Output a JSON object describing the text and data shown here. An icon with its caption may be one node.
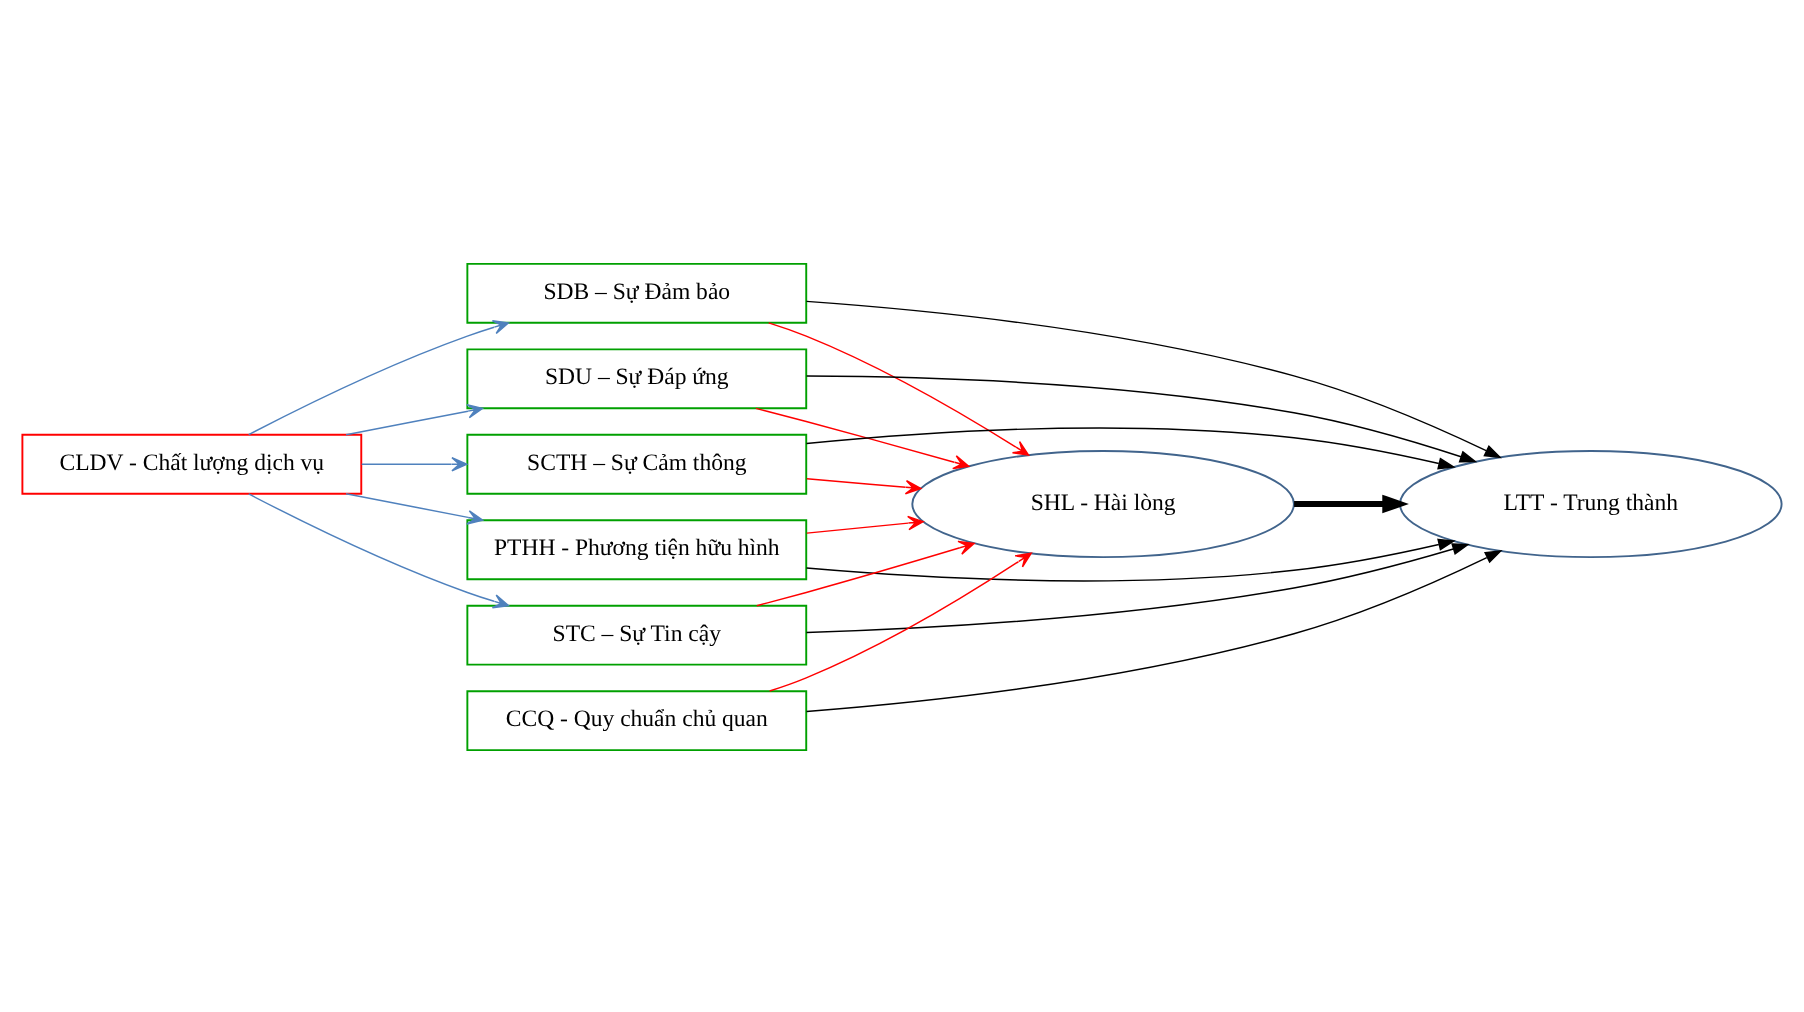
{
  "diagram": {
    "nodes": [
      {
        "text": [
          "CLDV - Chất lượng dịch vụ"
        ]
      },
      {
        "text": [
          "PTHH - Phương tiện hữu hình"
        ]
      },
      {
        "text": [
          "STC – Sự Tin cậy"
        ]
      },
      {
        "text": [
          "SDB – Sự Đảm bảo"
        ]
      },
      {
        "text": [
          "SDU – Sự Đáp ứng"
        ]
      },
      {
        "text": [
          "SCTH – Sự Cảm thông"
        ]
      },
      {
        "text": [
          "CCQ - Quy chuẩn chủ quan"
        ]
      },
      {
        "text": [
          "SHL - Hài lòng"
        ]
      },
      {
        "text": [
          "LTT - Trung thành"
        ]
      }
    ],
    "edges": [
      {
        "from": 0,
        "to": 1,
        "arrow": "to",
        "color": "#4f81bd"
      },
      {
        "from": 0,
        "to": 2,
        "arrow": "to",
        "color": "#4f81bd"
      },
      {
        "from": 0,
        "to": 3,
        "arrow": "to",
        "color": "#4f81bd"
      },
      {
        "from": 0,
        "to": 4,
        "arrow": "to",
        "color": "#4f81bd"
      },
      {
        "from": 0,
        "to": 5,
        "arrow": "to",
        "color": "#4f81bd"
      },
      {
        "from": 1,
        "to": 7,
        "arrow": "to",
        "color": "#ff0000"
      },
      {
        "from": 1,
        "to": 8,
        "arrow": "to"
      },
      {
        "from": 2,
        "to": 7,
        "arrow": "to",
        "color": "#ff0000"
      },
      {
        "from": 2,
        "to": 8,
        "arrow": "to"
      },
      {
        "from": 3,
        "to": 7,
        "arrow": "to",
        "color": "#ff0000"
      },
      {
        "from": 3,
        "to": 8,
        "arrow": "to"
      },
      {
        "from": 4,
        "to": 7,
        "arrow": "to",
        "color": "#ff0000"
      },
      {
        "from": 4,
        "to": 8,
        "arrow": "to"
      },
      {
        "from": 5,
        "to": 7,
        "arrow": "to",
        "color": "#ff0000"
      },
      {
        "from": 5,
        "to": 8,
        "arrow": "to"
      },
      {
        "from": 6,
        "to": 7,
        "arrow": "to",
        "color": "#ff0000"
      },
      {
        "from": 6,
        "to": 8,
        "arrow": "to"
      },
      {
        "from": 7,
        "to": 8,
        "arrow": "to",
        "style": "thick"
      }
    ]
  }
}
